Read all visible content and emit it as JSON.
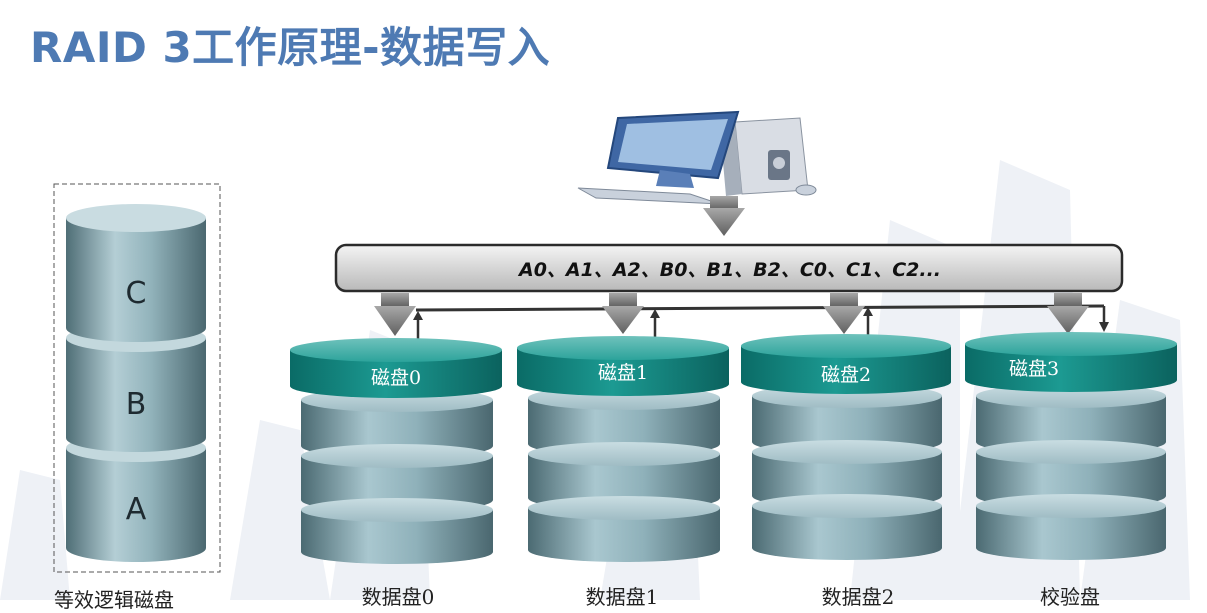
{
  "title": "RAID 3工作原理-数据写入",
  "logical_disk": {
    "label": "等效逻辑磁盘",
    "segments": [
      "C",
      "B",
      "A"
    ]
  },
  "data_bar": {
    "text": "A0、A1、A2、B0、B1、B2、C0、C1、C2..."
  },
  "disks": [
    {
      "head": "磁盘0",
      "label": "数据盘0"
    },
    {
      "head": "磁盘1",
      "label": "数据盘1"
    },
    {
      "head": "磁盘2",
      "label": "数据盘2"
    },
    {
      "head": "磁盘3",
      "label": "校验盘"
    }
  ],
  "colors": {
    "title": "#4e7ab3",
    "disk_head": "#128a84",
    "cylinder": "#7aa2ab",
    "bar": "#d9d9d9"
  },
  "icons": {
    "computer": "desktop-computer-icon",
    "down_arrow": "down-arrow-icon",
    "up_arrow": "up-arrow-icon"
  }
}
